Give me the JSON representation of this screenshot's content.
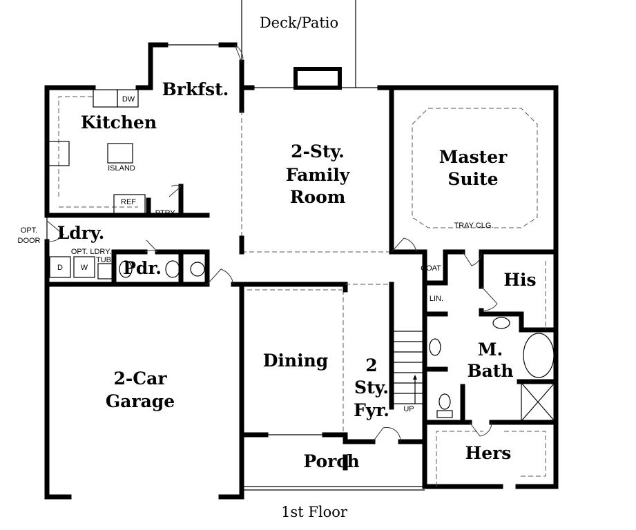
{
  "floor_title": "1st Floor",
  "rooms": {
    "deck": "Deck/Patio",
    "breakfast": "Brkfst.",
    "kitchen": "Kitchen",
    "family_1": "2-Sty.",
    "family_2": "Family",
    "family_3": "Room",
    "master_1": "Master",
    "master_2": "Suite",
    "laundry": "Ldry.",
    "powder": "Pdr.",
    "his": "His",
    "garage_1": "2-Car",
    "garage_2": "Garage",
    "dining": "Dining",
    "foyer_1": "2",
    "foyer_2": "Sty.",
    "foyer_3": "Fyr.",
    "mbath_1": "M.",
    "mbath_2": "Bath",
    "porch": "Porch",
    "hers": "Hers"
  },
  "labels": {
    "dw": "DW",
    "island": "ISLAND",
    "ref": "REF",
    "pantry": "PTRY.",
    "opt_door_1": "OPT.",
    "opt_door_2": "DOOR",
    "opt_tub_1": "OPT. LDRY.",
    "opt_tub_2": "TUB",
    "dryer": "D",
    "washer": "W",
    "tray": "TRAY CLG.",
    "coat": "COAT",
    "linen": "LIN.",
    "up": "UP"
  }
}
